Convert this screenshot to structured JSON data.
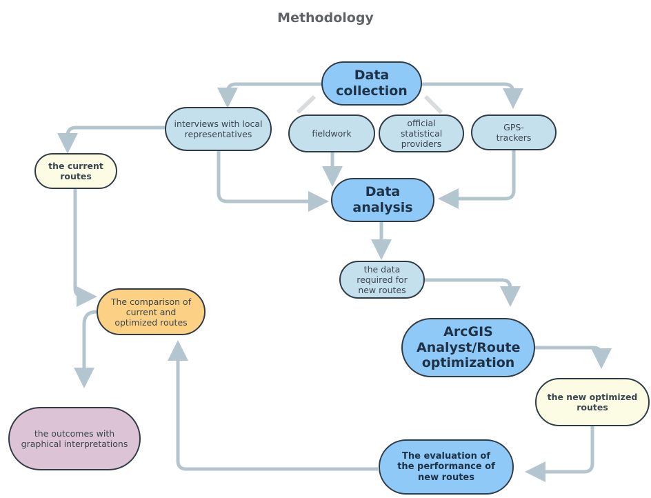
{
  "title": "Methodology",
  "colors": {
    "primary_node": "#8ec9f7",
    "source_node": "#c4e0ec",
    "route_node": "#fcfbe3",
    "comparison_node": "#fdd184",
    "outcome_node": "#dcc3d5",
    "arrow": "#b3c5cf"
  },
  "nodes": {
    "data_collection": "Data collection",
    "interviews": "interviews with local representatives",
    "fieldwork": "fieldwork",
    "official_stats": "official statistical providers",
    "gps": "GPS-trackers",
    "current_routes": "the current routes",
    "data_analysis": "Data analysis",
    "data_required": "the data required for new routes",
    "arcgis": "ArcGIS Analyst/Route optimization",
    "new_routes": "the new optimized routes",
    "evaluation": "The evaluation of the performance of new routes",
    "comparison": "The comparison of current and optimized routes",
    "outcomes": "the outcomes with graphical interpretations"
  },
  "edges": [
    {
      "from": "data_collection",
      "to": "interviews"
    },
    {
      "from": "data_collection",
      "to": "fieldwork"
    },
    {
      "from": "data_collection",
      "to": "official_stats"
    },
    {
      "from": "data_collection",
      "to": "gps"
    },
    {
      "from": "interviews",
      "to": "current_routes"
    },
    {
      "from": "interviews",
      "to": "data_analysis"
    },
    {
      "from": "fieldwork",
      "to": "data_analysis"
    },
    {
      "from": "gps",
      "to": "data_analysis"
    },
    {
      "from": "data_analysis",
      "to": "data_required"
    },
    {
      "from": "data_required",
      "to": "arcgis"
    },
    {
      "from": "arcgis",
      "to": "new_routes"
    },
    {
      "from": "new_routes",
      "to": "evaluation"
    },
    {
      "from": "evaluation",
      "to": "comparison"
    },
    {
      "from": "current_routes",
      "to": "comparison"
    },
    {
      "from": "comparison",
      "to": "outcomes"
    }
  ]
}
